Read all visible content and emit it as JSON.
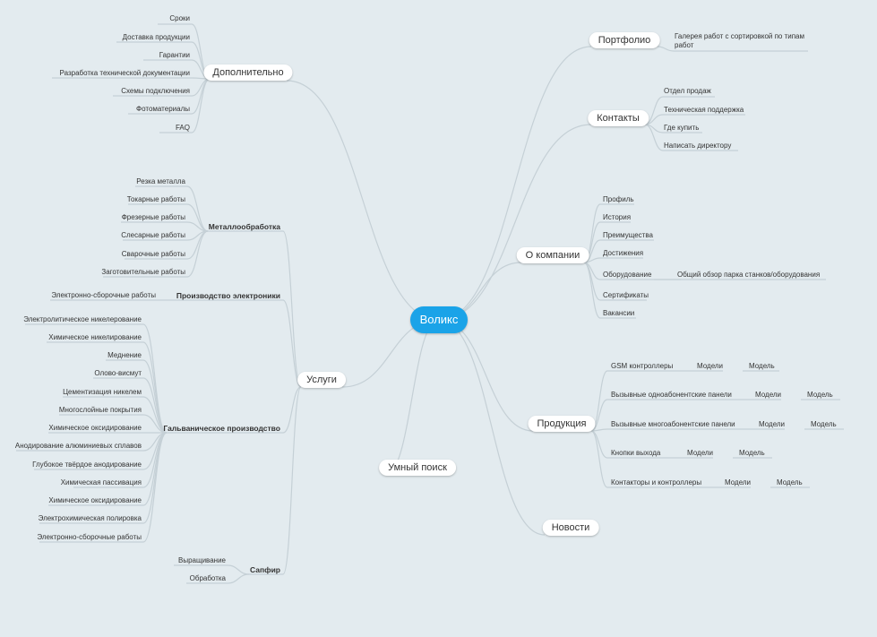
{
  "root": "Воликс",
  "branches": {
    "dopolnitelno": "Дополнительно",
    "portfolio": "Портфолио",
    "kontakty": "Контакты",
    "o_kompanii": "О компании",
    "uslugi": "Услуги",
    "umny_poisk": "Умный поиск",
    "produktsiya": "Продукция",
    "novosti": "Новости"
  },
  "dopolnitelno_items": [
    "Сроки",
    "Доставка продукции",
    "Гарантии",
    "Разработка технической документации",
    "Схемы подключения",
    "Фотоматериалы",
    "FAQ"
  ],
  "portfolio_items": [
    "Галерея работ с сортировкой по типам работ"
  ],
  "kontakty_items": [
    "Отдел продаж",
    "Техническая поддержка",
    "Где купить",
    "Написать директору"
  ],
  "o_kompanii_items": [
    "Профиль",
    "История",
    "Преимущества",
    "Достижения",
    "Оборудование",
    "Сертификаты",
    "Вакансии"
  ],
  "oborudovanie_sub": "Общий обзор парка станков/оборудования",
  "uslugi_groups": {
    "metall": "Металлообработка",
    "elektronika": "Производство электроники",
    "galvanika": "Гальваническое производство",
    "sapfir": "Сапфир"
  },
  "metall_items": [
    "Резка металла",
    "Токарные работы",
    "Фрезерные работы",
    "Слесарные работы",
    "Сварочные работы",
    "Заготовительные работы"
  ],
  "elektronika_items": [
    "Электронно-сборочные работы"
  ],
  "galvanika_items": [
    "Электролитическое никелерование",
    "Химическое никелирование",
    "Меднение",
    "Олово-висмут",
    "Цементизация никелем",
    "Многослойные покрытия",
    "Химическое оксидирование",
    "Анодирование алюминиевых сплавов",
    "Глубокое твёрдое анодирование",
    "Химическая пассивация",
    "Химическое оксидирование",
    "Электрохимическая полировка",
    "Электронно-сборочные работы"
  ],
  "sapfir_items": [
    "Выращивание",
    "Обработка"
  ],
  "produktsiya_items": [
    {
      "name": "GSM контроллеры",
      "sub": "Модели",
      "sub2": "Модель"
    },
    {
      "name": "Вызывные одноабонентские панели",
      "sub": "Модели",
      "sub2": "Модель"
    },
    {
      "name": "Вызывные многоабонентские панели",
      "sub": "Модели",
      "sub2": "Модель"
    },
    {
      "name": "Кнопки выхода",
      "sub": "Модели",
      "sub2": "Модель"
    },
    {
      "name": "Контакторы и контроллеры",
      "sub": "Модели",
      "sub2": "Модель"
    }
  ],
  "colors": {
    "background": "#e3ebef",
    "root": "#1aa3e8",
    "line": "#c5d0d6"
  }
}
